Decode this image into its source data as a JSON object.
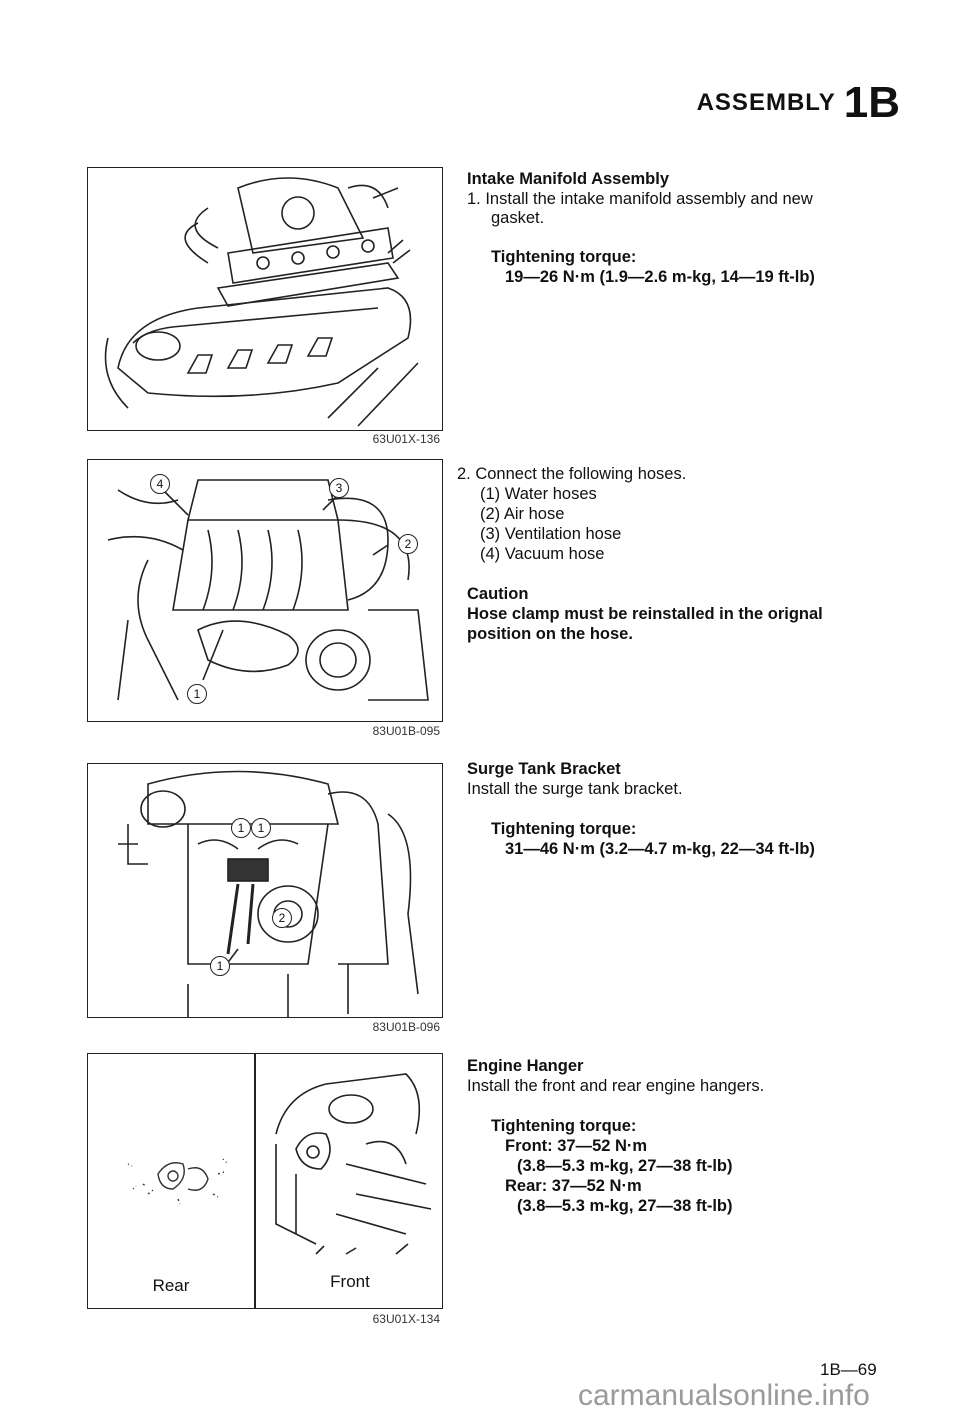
{
  "header": {
    "title": "ASSEMBLY",
    "section": "1B"
  },
  "figures": [
    {
      "caption": "63U01X-136"
    },
    {
      "caption": "83U01B-095",
      "callouts": [
        "4",
        "3",
        "2",
        "1"
      ]
    },
    {
      "caption": "83U01B-096",
      "callouts": [
        "1",
        "1",
        "2",
        "1"
      ]
    },
    {
      "caption": "63U01X-134",
      "labels": {
        "rear": "Rear",
        "front": "Front"
      }
    }
  ],
  "sections": {
    "intake": {
      "title": "Intake Manifold Assembly",
      "step1_line1": "1. Install the intake manifold assembly and new",
      "step1_line2": "gasket.",
      "torque_label": "Tightening torque:",
      "torque_value": "19—26 N·m (1.9—2.6 m-kg, 14—19 ft-lb)",
      "step2": "2. Connect the following hoses.",
      "hoses": [
        "(1) Water hoses",
        "(2) Air hose",
        "(3) Ventilation hose",
        "(4) Vacuum hose"
      ],
      "caution_title": "Caution",
      "caution_line1": "Hose clamp must be reinstalled in the orignal",
      "caution_line2": "position on the hose."
    },
    "surge": {
      "title": "Surge Tank Bracket",
      "body": "Install the surge tank bracket.",
      "torque_label": "Tightening torque:",
      "torque_value": "31—46 N·m (3.2—4.7 m-kg, 22—34 ft-lb)"
    },
    "hanger": {
      "title": "Engine Hanger",
      "body": "Install the front and rear engine hangers.",
      "torque_label": "Tightening torque:",
      "front": "Front: 37—52 N·m",
      "front_detail": "(3.8—5.3 m-kg, 27—38 ft-lb)",
      "rear": "Rear: 37—52 N·m",
      "rear_detail": "(3.8—5.3 m-kg, 27—38 ft-lb)"
    }
  },
  "footer": {
    "page_number": "1B—69",
    "watermark": "carmanualsonline.info"
  }
}
